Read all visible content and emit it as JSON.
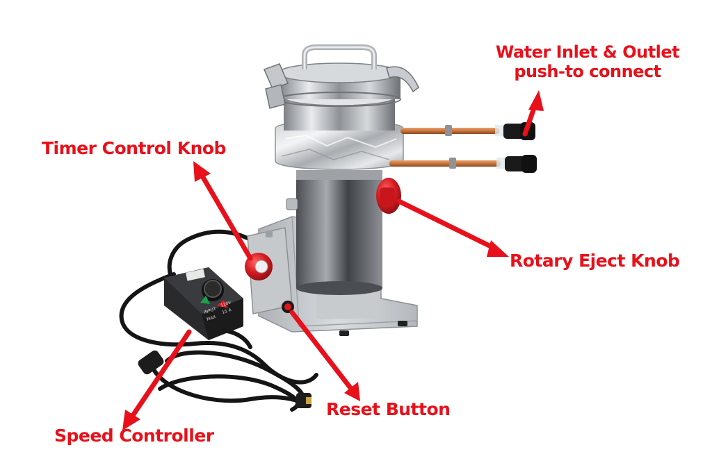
{
  "labels": {
    "water_line1": "Water Inlet & Outlet",
    "water_line2": "push-to connect",
    "timer": "Timer Control Knob",
    "eject": "Rotary Eject Knob",
    "reset": "Reset Button",
    "speed": "Speed Controller"
  },
  "controller_text": {
    "input": "INPUT",
    "max": "MAX",
    "voltage": "120V",
    "current": "15 A"
  },
  "colors": {
    "annotation_red": "#e8101a",
    "steel": "#b9bdc2",
    "knob_red": "#d81e24",
    "copper": "#c8743c",
    "cable": "#151515"
  }
}
